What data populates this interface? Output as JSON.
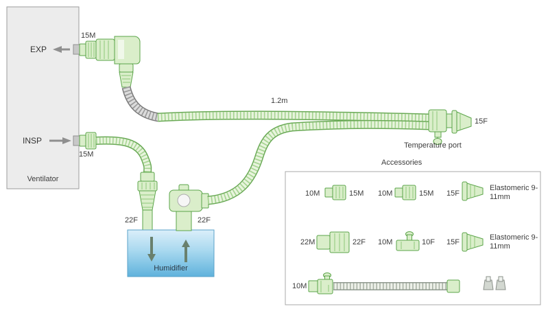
{
  "ventilator": {
    "label": "Ventilator",
    "exp_label": "EXP",
    "insp_label": "INSP",
    "exp_port_size": "15M",
    "insp_port_size": "15M"
  },
  "circuit": {
    "tube_length": "1.2m",
    "patient_connector_size": "15F",
    "temperature_port_label": "Temperature port"
  },
  "humidifier": {
    "label": "Humidifier",
    "inlet_size": "22F",
    "outlet_size": "22F"
  },
  "accessories": {
    "title": "Accessories",
    "row1": [
      {
        "left": "10M",
        "right": "15M"
      },
      {
        "left": "10M",
        "right": "15M"
      },
      {
        "left": "15F",
        "right": "Elastomeric 9-11mm"
      }
    ],
    "row2": [
      {
        "left": "22M",
        "right": "22F"
      },
      {
        "left": "10M",
        "right": "10F"
      },
      {
        "left": "15F",
        "right": "Elastomeric 9-11mm"
      }
    ],
    "row3": [
      {
        "left": "10M"
      }
    ]
  },
  "colors": {
    "connector_green": "#5ba449",
    "connector_fill": "#daeeca",
    "tube_ring_green": "#a6d492",
    "gray_tube": "#9a9a9a",
    "humidifier_blue": "#5fb2dc",
    "panel_border": "#a9a9a9"
  }
}
